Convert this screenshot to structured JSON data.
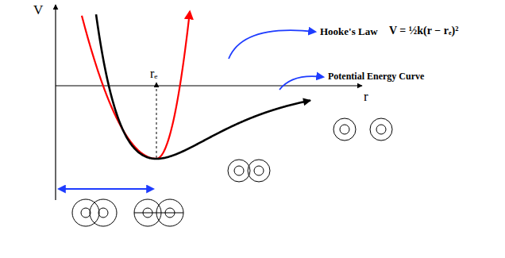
{
  "diagram": {
    "labels": [
      "V",
      "r",
      "rₑ",
      "Hooke's Law",
      "V = ½k(r − rₑ)²",
      "Potential Energy Curve"
    ]
  }
}
